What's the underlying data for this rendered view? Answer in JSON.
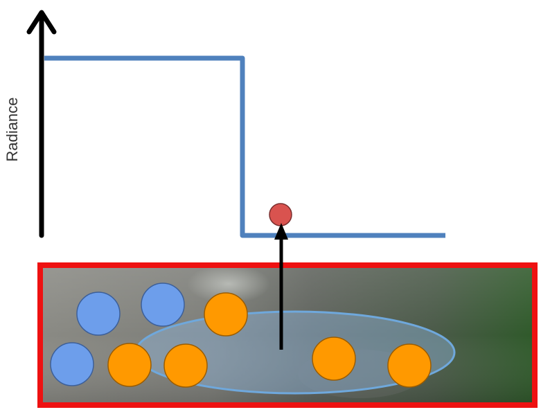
{
  "axis": {
    "y_label": "Radiance",
    "arrow_color": "#000000"
  },
  "colors": {
    "step_curve": "#4f81bd",
    "highlight_point": "#d9534f",
    "frame_border": "#ee1111",
    "sample_blue": "#6d9eeb",
    "sample_orange": "#ff9900",
    "ellipse_fill": "#8fb3d9",
    "ellipse_stroke": "#6fa8dc"
  },
  "samples": {
    "blue_count": 3,
    "orange_count": 5
  }
}
